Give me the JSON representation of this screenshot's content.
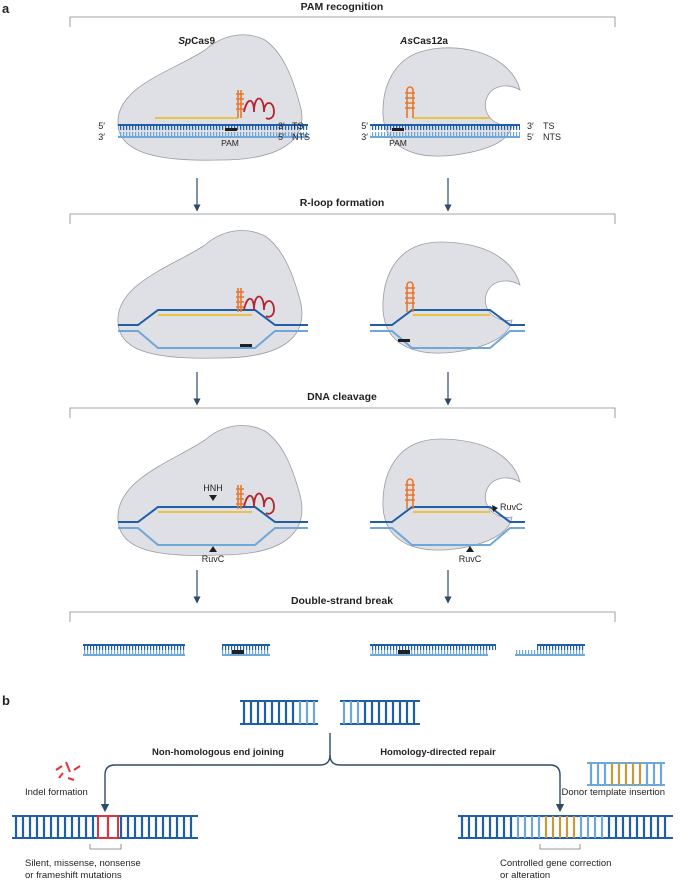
{
  "panels": {
    "a": {
      "letter": "a",
      "stages": [
        "PAM recognition",
        "R-loop formation",
        "DNA cleavage",
        "Double-strand break"
      ],
      "enzymes": [
        {
          "prefix": "Sp",
          "suffix": "Cas9"
        },
        {
          "prefix": "As",
          "suffix": "Cas12a"
        }
      ],
      "strand_labels": {
        "five": "5′",
        "three": "3′",
        "ts": "TS",
        "nts": "NTS",
        "pam": "PAM"
      },
      "domains": {
        "hnh": "HNH",
        "ruvc": "RuvC"
      }
    },
    "b": {
      "letter": "b",
      "pathways": {
        "nhej": "Non-homologous end joining",
        "hdr": "Homology-directed repair"
      },
      "events": {
        "indel": "Indel formation",
        "donor": "Donor template insertion"
      },
      "outcomes": {
        "nhej": [
          "Silent, missense, nonsense",
          "or frameshift mutations"
        ],
        "hdr": [
          "Controlled gene correction",
          "or alteration"
        ]
      }
    }
  },
  "colors": {
    "protein": "#dfe0e5",
    "protein_stroke": "#9a9ca6",
    "ts_strand": "#1f5ea8",
    "nts_strand": "#6fa7d8",
    "guide": "#e8c24a",
    "sp_scaffold": "#b3262f",
    "as_scaffold": "#e8772e",
    "indel": "#d9363e",
    "donor": "#c89a3a",
    "arrow": "#2e4a6b",
    "bracket": "#777777"
  }
}
